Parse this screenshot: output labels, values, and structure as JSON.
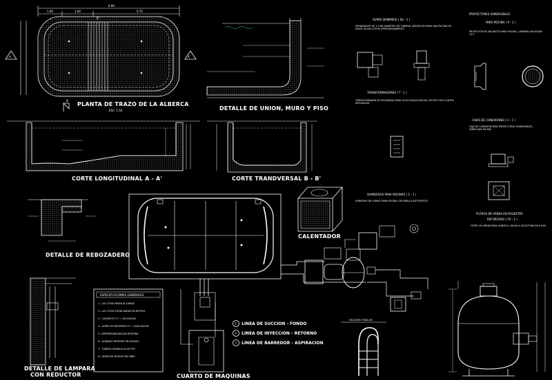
{
  "titles": {
    "plan": "PLANTA DE TRAZO DE LA ALBERCA",
    "plan_scale": "ESC. 1:50",
    "wall_floor": "DETALLE DE UNION, MURO Y PISO",
    "longitudinal": "CORTE LONGITUDINAL A - A'",
    "transversal": "CORTE TRANDVERSAL B - B'",
    "overflow": "DETALLE DE REBOZADERO",
    "lamp": "DETALLE DE LAMPARA\nCON REDUCTOR",
    "machine_room": "CUARTO DE MAQUINAS",
    "heater": "CALENTADOR"
  },
  "plan_dims": {
    "total_length": "6.80",
    "partial_1": "1.60",
    "partial_2": "3.00",
    "partial_3": "0.75"
  },
  "section_markers": [
    "A",
    "A'",
    "B",
    "B'"
  ],
  "equipment": {
    "skimmers": {
      "title": "SUPER SKIMMERS ( SK - 1 )",
      "desc": "DESNATADOR DE 1.5 DE DIAMETRO DE TUBERIA, ABSORCION PARA UNA PISCINA DE HASTA 40,000 LITROS APROXIMADAMENTE"
    },
    "lights": {
      "title": "PROYECTORES SUMERGIBLES",
      "subtitle": "PARA PISCINA ( P - 1 )",
      "desc": "PROYECTOR DE 300 WATTS PARA PISCINA, LAMPARA HALOGENA 12 V"
    },
    "transformers": {
      "title": "TRANSFORMADORES ( T - 1 )",
      "desc": "TRANSFORMADOR DE SEGURIDAD PARA LUCES SUBACUATICAS, PROTECCION CONTRA DESCARGAS"
    },
    "junction": {
      "title": "CAJAS DE CONEXIONES ( C - 1 )",
      "desc": "CAJA DE CONEXION PARA PROYECTORES SUMERGIBLES, FABRICADA EN ABS"
    },
    "drains": {
      "title": "SUMIDEROS PARA PISCINAS ( S - 1 )",
      "desc": "SUMIDERO DE FONDO PARA PISCINA CON REJILLA ANTIVORTICE"
    },
    "filters": {
      "title": "FILTROS DE ARENA EN POLIESTER",
      "subtitle": "REFORZADO ( FR - 1 )",
      "desc": "FILTRO DE ARENA PARA ALBERCA, VALVULA SELECTORA DE 6 VIAS"
    },
    "ladder_label": "ESCALERA TUBULAR"
  },
  "specs": {
    "title": "ESPECIFICACIONES GENERALES",
    "lines": [
      "1.- LAS COTAS RIGEN AL DIBUJO",
      "2.- LAS COTAS ESTAN DADAS EN METROS",
      "3.- CONCRETO F'C = 250 KG/CM2",
      "4.- ACERO DE REFUERZO FY = 4200 KG/CM2",
      "5.- IMPERMEABILIZACION INTEGRAL",
      "6.- ACABADO INTERIOR EN AZULEJO",
      "7.- TUBERIA HIDRAULICA DE PVC",
      "8.- VERIFICAR NIVELES EN OBRA"
    ]
  },
  "legend": [
    {
      "num": "1",
      "label": "LINEA DE SUCCION - FONDO"
    },
    {
      "num": "2",
      "label": "LINEA DE INYECCION - RETORNO"
    },
    {
      "num": "3",
      "label": "LINEA DE BARREDOR - ASPIRACION"
    }
  ],
  "colors": {
    "background": "#000000",
    "linework": "#ffffff",
    "accent_yellow": "#e8e04a",
    "accent_cyan": "#2ad2d2",
    "accent_red": "#e04848"
  }
}
